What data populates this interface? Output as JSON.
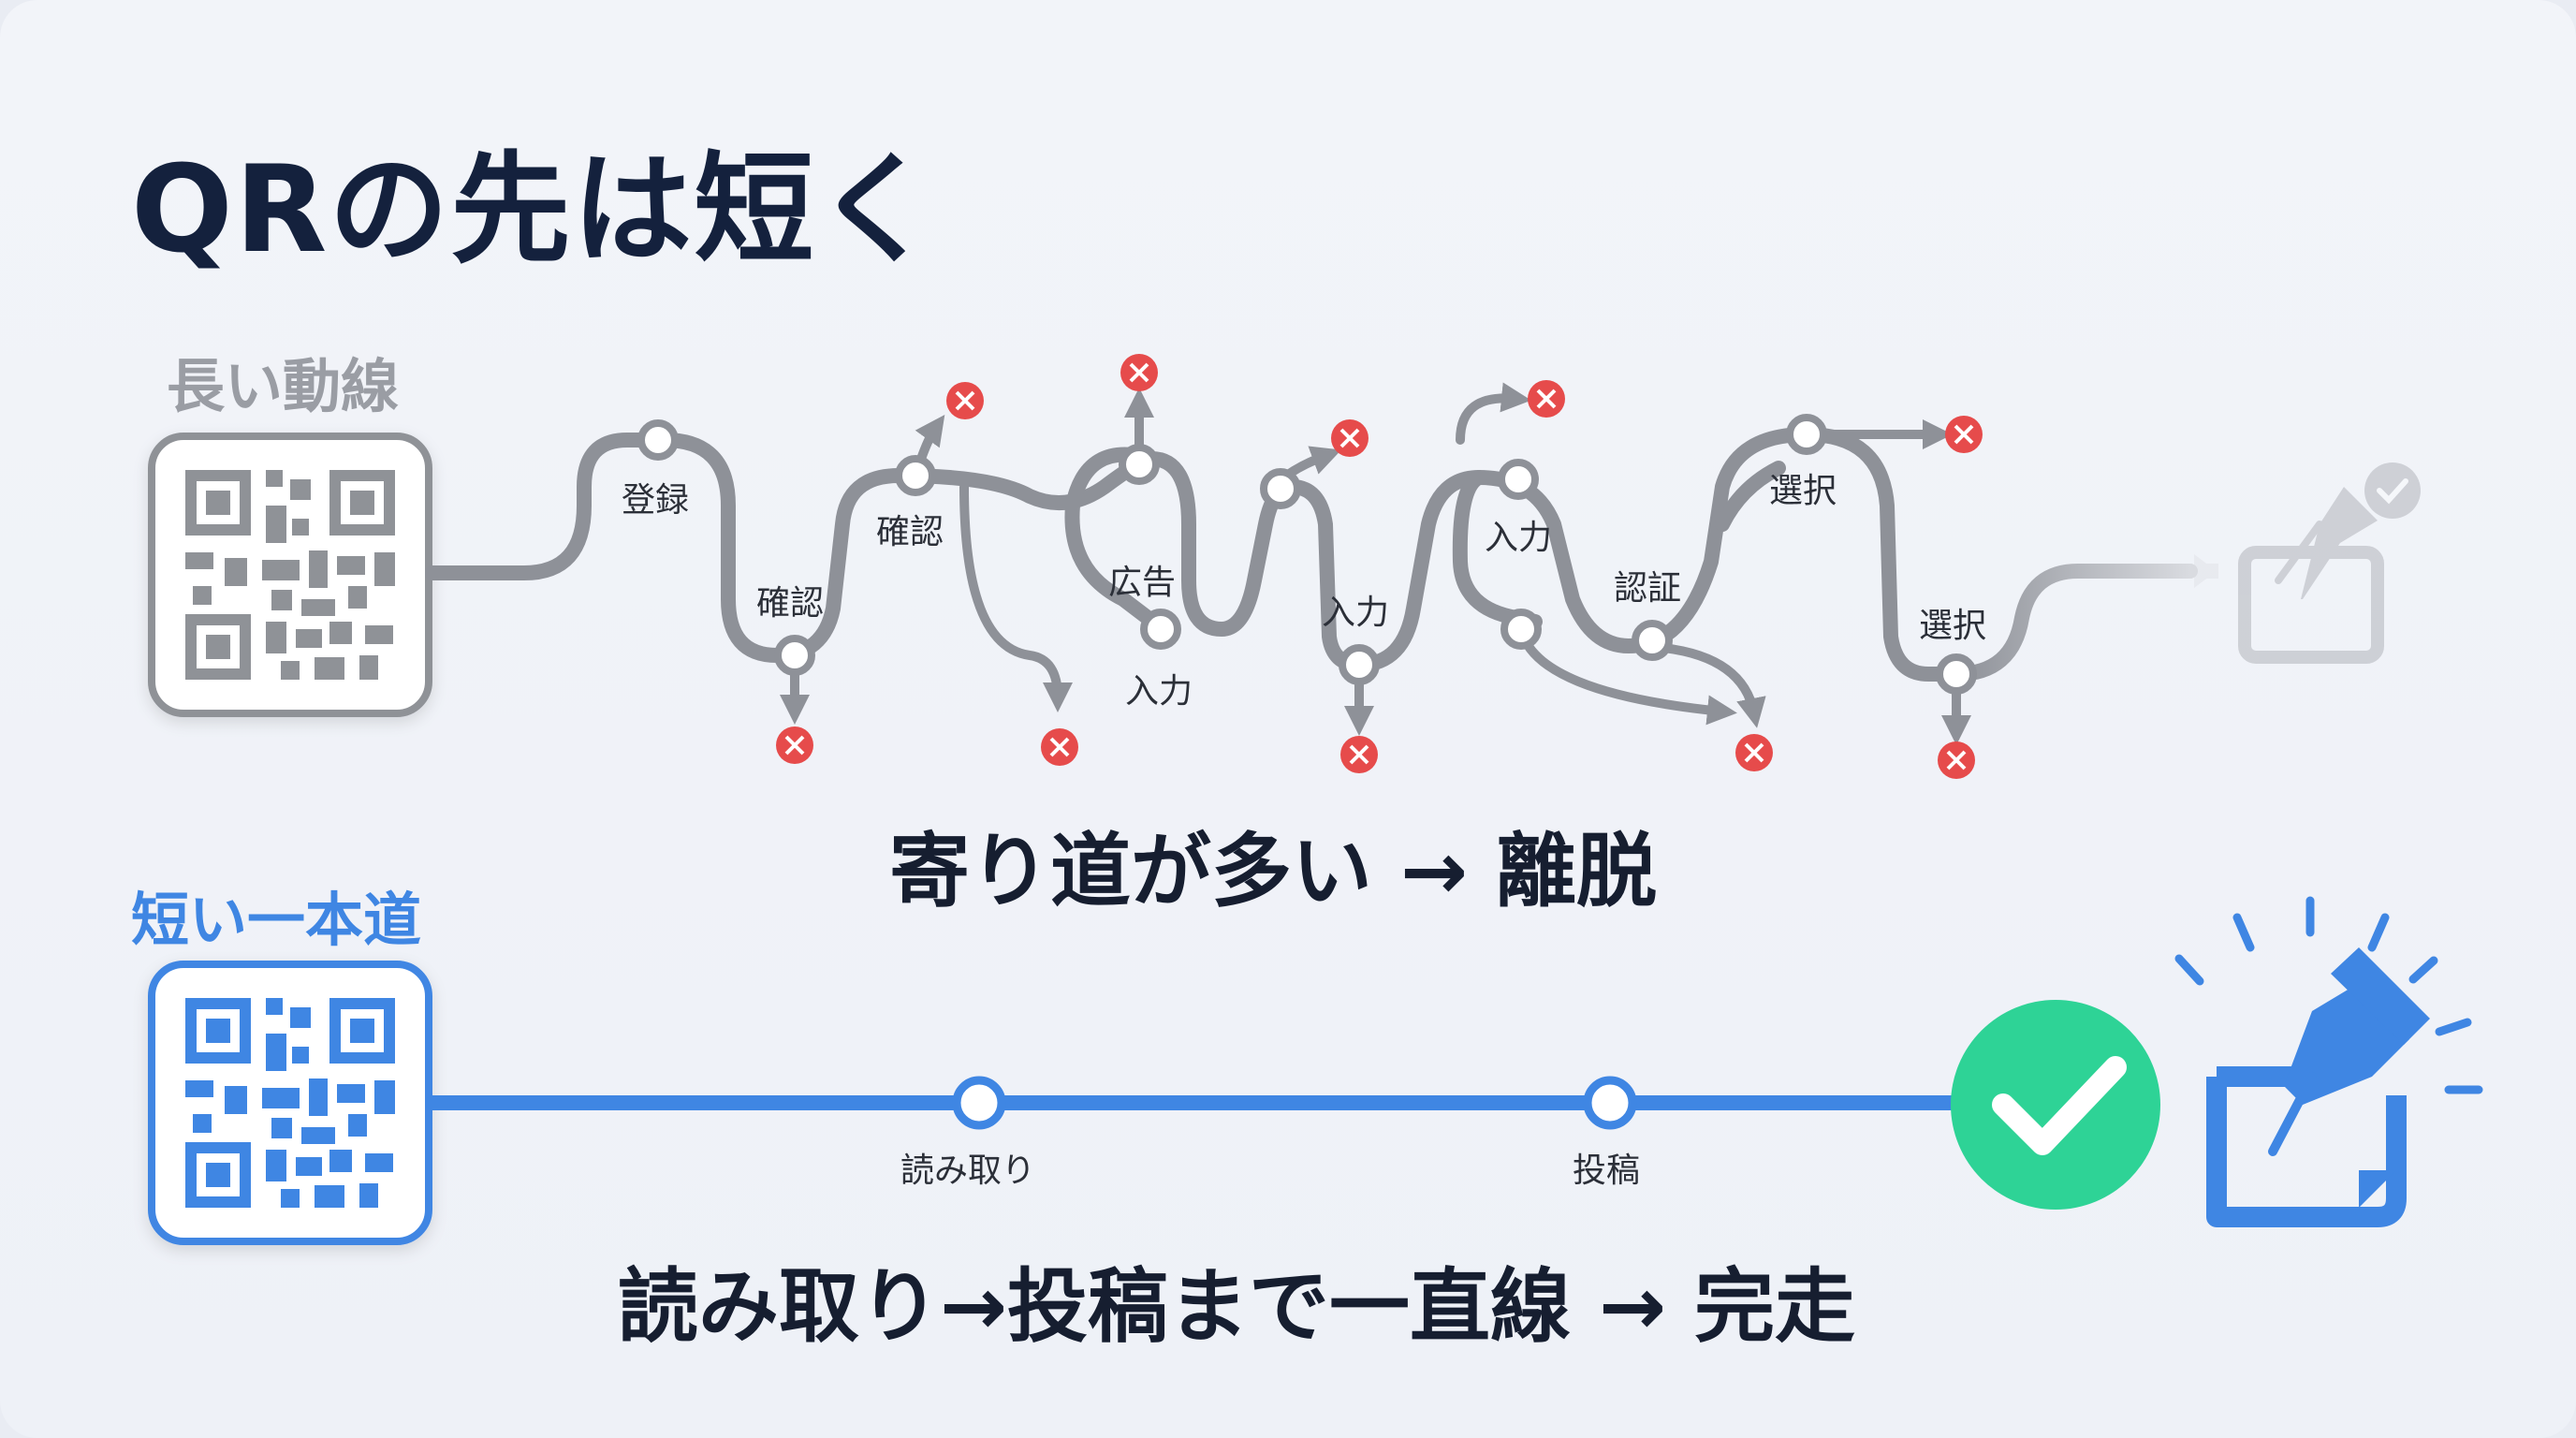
{
  "title": "QRの先は短く",
  "long_path": {
    "label": "長い動線",
    "steps": [
      "登録",
      "確認",
      "確認",
      "広告",
      "入力",
      "入力",
      "入力",
      "認証",
      "選択",
      "選択"
    ],
    "caption": "寄り道が多い → 離脱",
    "colors": {
      "path": "#8e9198",
      "fail": "#e64b4b",
      "qr": "#8f9297"
    }
  },
  "short_path": {
    "label": "短い一本道",
    "steps": [
      "読み取り",
      "投稿"
    ],
    "caption": "読み取り→投稿まで一直線 → 完走",
    "colors": {
      "path": "#3f86e3",
      "success": "#2ed396",
      "qr": "#3f86e3"
    }
  },
  "icons": {
    "qr_long": "qr-code-icon",
    "qr_short": "qr-code-icon",
    "pin_faded": "pin-note-icon",
    "pin_active": "pin-note-icon",
    "success": "check-circle-icon",
    "fail": "x-circle-icon"
  }
}
